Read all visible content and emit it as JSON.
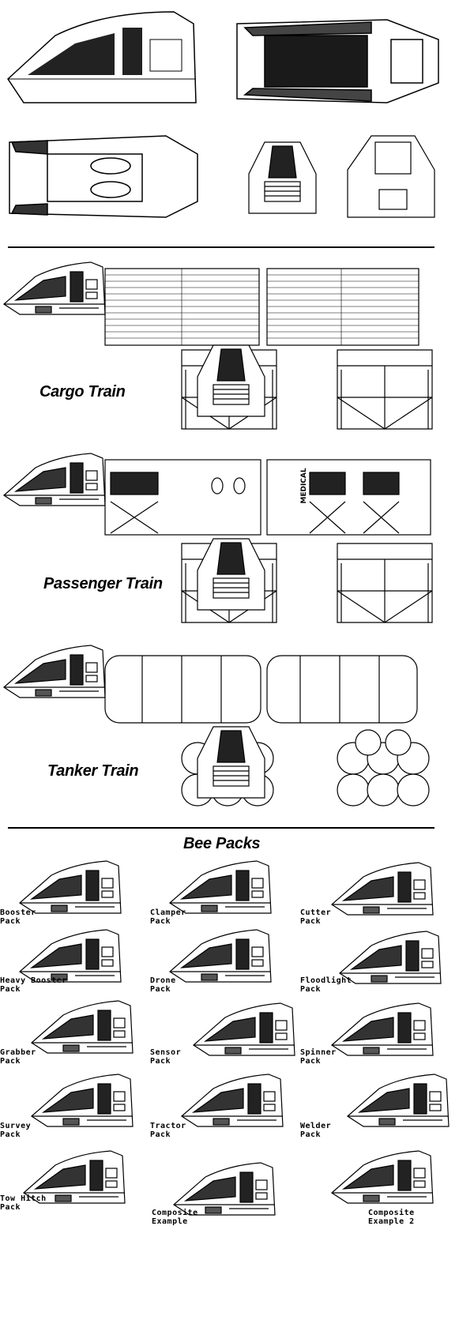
{
  "sections": {
    "cargo_train": "Cargo Train",
    "passenger_train": "Passenger Train",
    "tanker_train": "Tanker Train",
    "bee_packs": "Bee Packs"
  },
  "passenger_pod_marking": "MEDICAL",
  "packs": [
    {
      "line1": "Booster",
      "line2": "Pack"
    },
    {
      "line1": "Clamper",
      "line2": "Pack"
    },
    {
      "line1": "Cutter",
      "line2": "Pack"
    },
    {
      "line1": "Heavy Booster",
      "line2": "Pack"
    },
    {
      "line1": "Drone",
      "line2": "Pack"
    },
    {
      "line1": "Floodlight",
      "line2": "Pack"
    },
    {
      "line1": "Grabber",
      "line2": "Pack"
    },
    {
      "line1": "Sensor",
      "line2": "Pack"
    },
    {
      "line1": "Spinner",
      "line2": "Pack"
    },
    {
      "line1": "Survey",
      "line2": "Pack"
    },
    {
      "line1": "Tractor",
      "line2": "Pack"
    },
    {
      "line1": "Welder",
      "line2": "Pack"
    },
    {
      "line1": "Tow Hitch",
      "line2": "Pack"
    },
    {
      "line1": "Composite",
      "line2": "Example"
    },
    {
      "line1": "Composite",
      "line2": "Example 2"
    }
  ]
}
